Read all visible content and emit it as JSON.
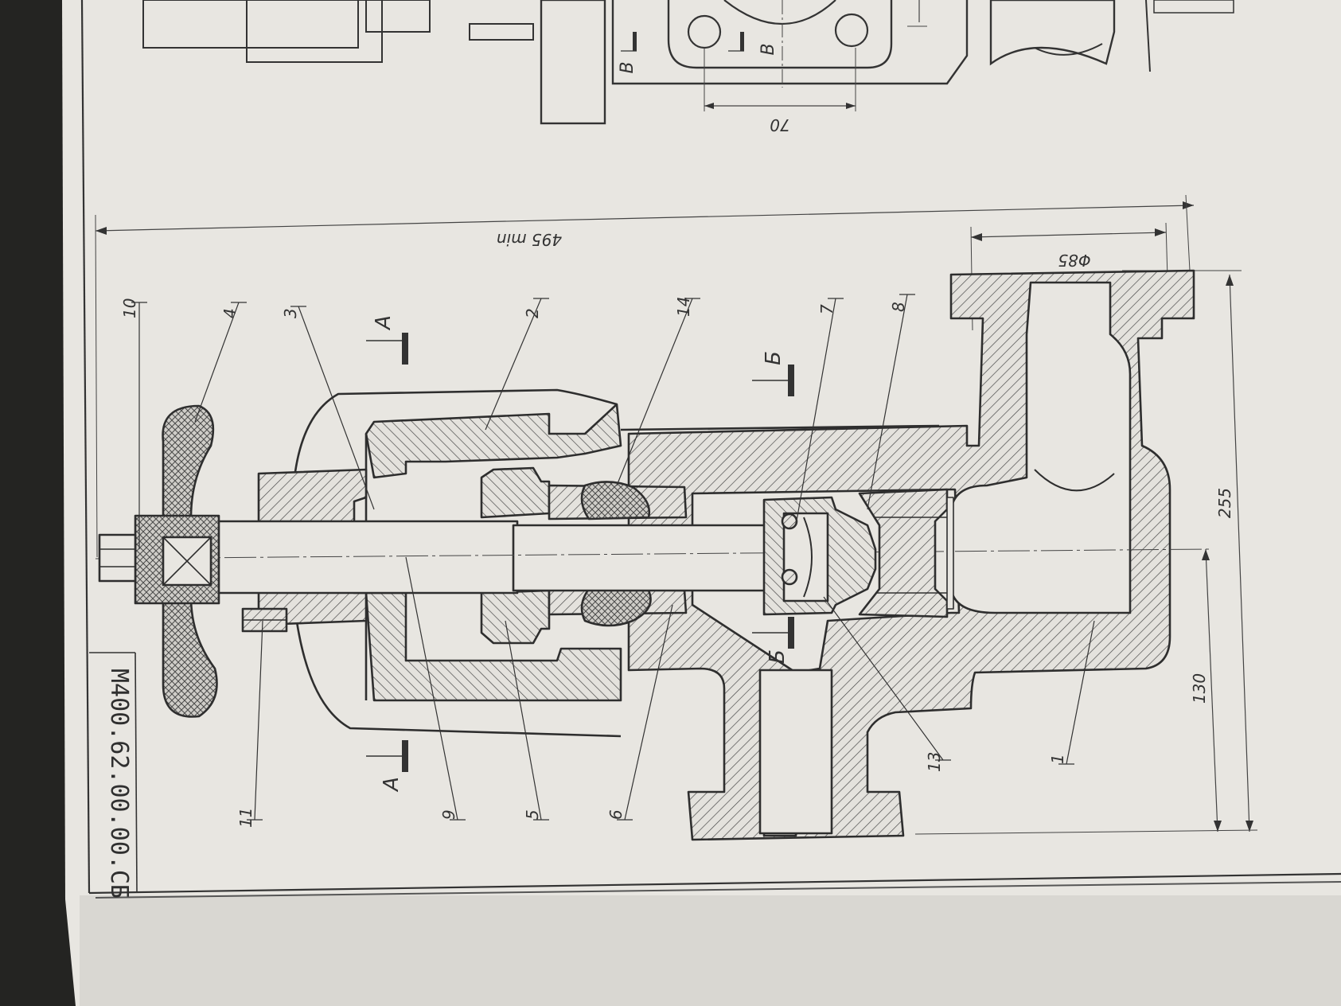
{
  "drawing": {
    "designation": "М400.62.00.00.СБ",
    "dimensions": {
      "overall_min": "495 min",
      "flange_diameter": "Φ85",
      "height_total": "255",
      "height_outlet": "130",
      "bolt_spacing": "70"
    },
    "section_marks": {
      "a": "А",
      "b": "Б",
      "v": "В"
    },
    "part_numbers": [
      "10",
      "4",
      "3",
      "2",
      "14",
      "7",
      "8",
      "11",
      "9",
      "5",
      "6",
      "13",
      "1"
    ]
  },
  "colors": {
    "paper": "#e9e7e2",
    "line": "#353535",
    "hatch": "#5a5a5a",
    "background": "#2a2a28"
  }
}
